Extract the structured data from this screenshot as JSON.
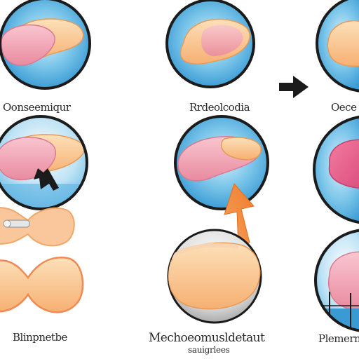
{
  "captions": {
    "top_left": "Oonseemiqur",
    "top_center": "Rrdeolcodia",
    "top_right": "Oece",
    "bottom_left": "Blinpnetbe",
    "bottom_center_line1": "Mechoeomusldetaut",
    "bottom_center_line2": "sauigrlees",
    "bottom_right": "Plemernt"
  },
  "colors": {
    "ring": "#1b1b1b",
    "sky": "#5bb3e3",
    "sky_light": "#bfe3f5",
    "peach": "#f8c38a",
    "pink": "#ee9bab",
    "hot_pink": "#e85c8a",
    "orange": "#f08a35",
    "grey": "#9c9c9c",
    "arrow_dark": "#1b1b1b"
  },
  "icons": [
    "circle-organ-icon",
    "arrow-right-icon",
    "arrow-pointer-icon",
    "arrow-up-icon",
    "dumbbell-shape-icon",
    "cell-blob-icon"
  ]
}
